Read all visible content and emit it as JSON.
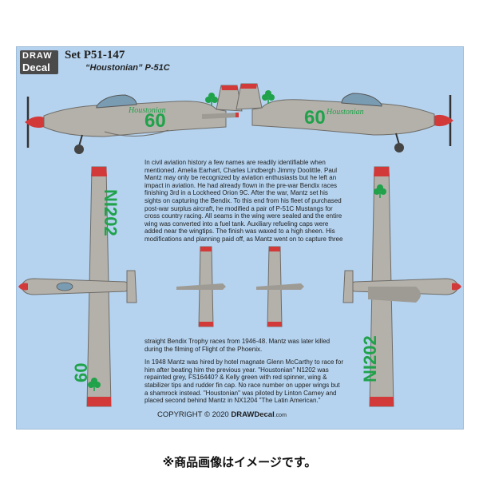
{
  "header": {
    "logo_line1": "DRAW",
    "logo_line2": "Decal",
    "set_title": "Set P51-147",
    "subtitle": "“Houstonian” P-51C"
  },
  "markings": {
    "race_number": "60",
    "registration": "NI202",
    "nose_name": "Houstonian"
  },
  "story": {
    "paragraph1": "In civil aviation history a few names are readily identifiable when mentioned. Amelia Earhart, Charles Lindbergh Jimmy Doolittle. Paul Mantz may only be recognized by aviation enthusiasts but he left an impact in aviation. He had already flown in the pre-war Bendix races finishing 3rd in a Lockheed Orion 9C. After the war, Mantz set his sights on capturing the Bendix. To this end from his fleet of purchased post-war surplus aircraft, he modified a pair of P-51C Mustangs for cross country racing. All seams in the wing were sealed and the entire wing was converted into a fuel tank. Auxiliary refueling caps were added near the wingtips. The finish was waxed to a high sheen. His modifications and planning paid off, as Mantz went on to capture three",
    "paragraph2": "straight Bendix Trophy races from 1946-48. Mantz was later killed during the filming of Flight of the Phoenix.",
    "paragraph3": "In 1948 Mantz was hired by hotel magnate Glenn McCarthy to race for him after beating him the previous year. \"Houstonian\" N1202 was repainted grey, FS16440? & Kelly green with red spinner, wing & stabilizer tips and rudder fin cap. No race number on upper wings but a shamrock instead. \"Houstonian\" was piloted by Linton Carney and placed second behind Mantz in NX1204 \"The Latin American.\""
  },
  "footer": {
    "copyright_prefix": "COPYRIGHT © 2020",
    "brand": "DRAWDecal",
    "domain_suffix": ".com"
  },
  "caption": "※商品画像はイメージです。",
  "colors": {
    "background": "#b5d3ef",
    "airframe_grey": "#b4b1aa",
    "kelly_green": "#1fa24a",
    "race_red": "#d23a3a",
    "logo_dark": "#4a4a4a"
  }
}
